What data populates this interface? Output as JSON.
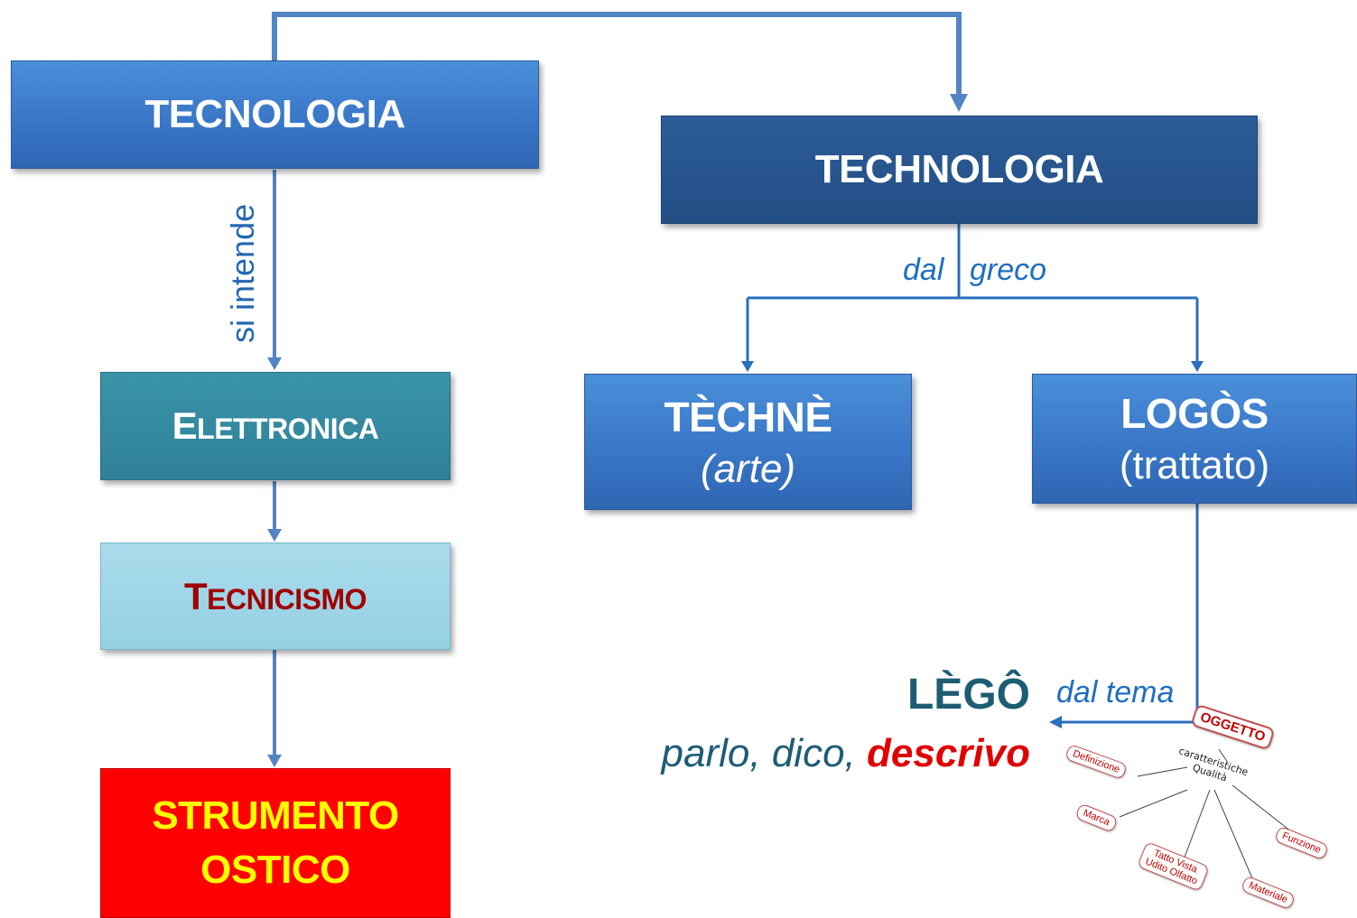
{
  "nodes": {
    "tecnologia": "TECNOLOGIA",
    "technologia": "TECHNOLOGIA",
    "elettronica_first": "E",
    "elettronica_rest": "LETTRONICA",
    "tecnicismo_first": "T",
    "tecnicismo_rest": "ECNICISMO",
    "strumento_line1": "STRUMENTO",
    "strumento_line2": "OSTICO",
    "techne_title": "TÈCHNÈ",
    "techne_sub": "(arte)",
    "logos_title": "LOGÒS",
    "logos_sub": "(trattato)"
  },
  "edges": {
    "si_intende": "si intende",
    "dal": "dal",
    "greco": "greco",
    "dal_tema": "dal tema"
  },
  "lego": {
    "title": "LÈGÔ",
    "meanings_plain": "parlo, dico, ",
    "meanings_highlight": "descrivo"
  },
  "mini_map": {
    "center": "OGGETTO",
    "hub_line1": "caratteristiche",
    "hub_line2": "Qualità",
    "leaves": {
      "definizione": "Definizione",
      "marca": "Marca",
      "senses_line1": "Tatto Vista",
      "senses_line2": "Udito Olfatto",
      "materiale": "Materiale",
      "funzione": "Funzione"
    }
  },
  "colors": {
    "blue": "#3a77c7",
    "dark_blue": "#224d85",
    "teal": "#2f8199",
    "light_blue": "#95d0e3",
    "red": "#ff0000",
    "yellow_text": "#ffff00",
    "dark_red_text": "#a00000",
    "connector": "#4f7fc0"
  }
}
